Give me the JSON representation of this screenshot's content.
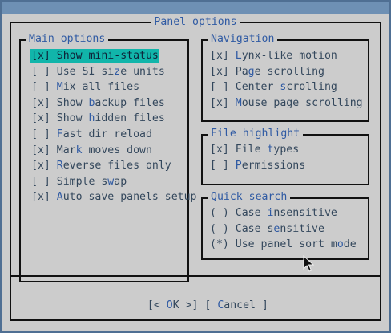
{
  "dialog": {
    "title": "Panel options"
  },
  "main_options": {
    "title": "Main options",
    "items": [
      {
        "mark": "[x]",
        "pre": " ",
        "hot": "S",
        "post": "how mini-status",
        "focused": true
      },
      {
        "mark": "[ ]",
        "pre": " Use SI si",
        "hot": "z",
        "post": "e units"
      },
      {
        "mark": "[ ]",
        "pre": " ",
        "hot": "M",
        "post": "ix all files"
      },
      {
        "mark": "[x]",
        "pre": " Show ",
        "hot": "b",
        "post": "ackup files"
      },
      {
        "mark": "[x]",
        "pre": " Show ",
        "hot": "h",
        "post": "idden files"
      },
      {
        "mark": "[ ]",
        "pre": " ",
        "hot": "F",
        "post": "ast dir reload"
      },
      {
        "mark": "[x]",
        "pre": " Mar",
        "hot": "k",
        "post": " moves down"
      },
      {
        "mark": "[x]",
        "pre": " ",
        "hot": "R",
        "post": "everse files only"
      },
      {
        "mark": "[ ]",
        "pre": " Simple s",
        "hot": "w",
        "post": "ap"
      },
      {
        "mark": "[x]",
        "pre": " ",
        "hot": "A",
        "post": "uto save panels setup"
      }
    ]
  },
  "navigation": {
    "title": "Navigation",
    "items": [
      {
        "mark": "[x]",
        "pre": " ",
        "hot": "L",
        "post": "ynx-like motion"
      },
      {
        "mark": "[x]",
        "pre": " Pa",
        "hot": "g",
        "post": "e scrolling"
      },
      {
        "mark": "[ ]",
        "pre": " Center ",
        "hot": "s",
        "post": "crolling"
      },
      {
        "mark": "[x]",
        "pre": " ",
        "hot": "M",
        "post": "ouse page scrolling"
      }
    ]
  },
  "file_highlight": {
    "title": "File highlight",
    "items": [
      {
        "mark": "[x]",
        "pre": " File ",
        "hot": "t",
        "post": "ypes"
      },
      {
        "mark": "[ ]",
        "pre": " ",
        "hot": "P",
        "post": "ermissions"
      }
    ]
  },
  "quick_search": {
    "title": "Quick search",
    "items": [
      {
        "mark": "( )",
        "pre": " Case ",
        "hot": "i",
        "post": "nsensitive"
      },
      {
        "mark": "( )",
        "pre": " Case s",
        "hot": "e",
        "post": "nsitive"
      },
      {
        "mark": "(*)",
        "pre": " Use panel sort m",
        "hot": "o",
        "post": "de"
      }
    ]
  },
  "buttons": {
    "ok": {
      "pre": "[< ",
      "hot": "O",
      "post": "K >]"
    },
    "cancel": {
      "pre": "[ ",
      "hot": "C",
      "post": "ancel ]"
    }
  },
  "colors": {
    "background": "#6e90b4",
    "dialog": "#cccccc",
    "focus": "#11b5aa",
    "title_text": "#2f5aa3",
    "hotkey": "#2f5aa3"
  },
  "icons": {
    "pointer": "mouse-pointer-icon"
  }
}
